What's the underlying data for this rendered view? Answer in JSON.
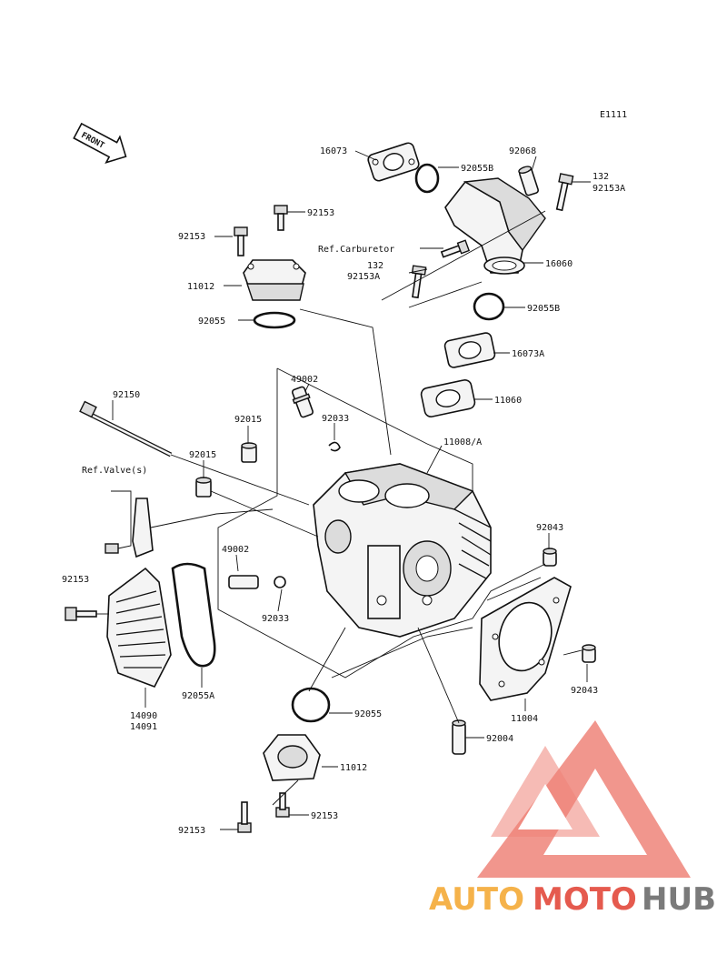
{
  "diagram": {
    "code": "E1111",
    "front_label": "FRONT",
    "labels": [
      {
        "id": "16073-top",
        "text": "16073"
      },
      {
        "id": "92055B-top",
        "text": "92055B"
      },
      {
        "id": "92068",
        "text": "92068"
      },
      {
        "id": "132-top",
        "text": "132"
      },
      {
        "id": "92153A-top",
        "text": "92153A"
      },
      {
        "id": "92153-a",
        "text": "92153"
      },
      {
        "id": "92153-b",
        "text": "92153"
      },
      {
        "id": "ref-carburetor",
        "text": "Ref.Carburetor"
      },
      {
        "id": "132-mid",
        "text": "132"
      },
      {
        "id": "92153A-mid",
        "text": "92153A"
      },
      {
        "id": "16060",
        "text": "16060"
      },
      {
        "id": "11012-top",
        "text": "11012"
      },
      {
        "id": "92055-top",
        "text": "92055"
      },
      {
        "id": "92055B-mid",
        "text": "92055B"
      },
      {
        "id": "16073A",
        "text": "16073A"
      },
      {
        "id": "49002-top",
        "text": "49002"
      },
      {
        "id": "11060",
        "text": "11060"
      },
      {
        "id": "92150",
        "text": "92150"
      },
      {
        "id": "92015-a",
        "text": "92015"
      },
      {
        "id": "92033-top",
        "text": "92033"
      },
      {
        "id": "11008A",
        "text": "11008/A"
      },
      {
        "id": "92015-b",
        "text": "92015"
      },
      {
        "id": "ref-valve",
        "text": "Ref.Valve(s)"
      },
      {
        "id": "92043-top",
        "text": "92043"
      },
      {
        "id": "49002-mid",
        "text": "49002"
      },
      {
        "id": "92153-c",
        "text": "92153"
      },
      {
        "id": "92033-mid",
        "text": "92033"
      },
      {
        "id": "92055A",
        "text": "92055A"
      },
      {
        "id": "92043-bot",
        "text": "92043"
      },
      {
        "id": "14090",
        "text": "14090"
      },
      {
        "id": "14091",
        "text": "14091"
      },
      {
        "id": "92055-bot",
        "text": "92055"
      },
      {
        "id": "11004",
        "text": "11004"
      },
      {
        "id": "92004",
        "text": "92004"
      },
      {
        "id": "11012-bot",
        "text": "11012"
      },
      {
        "id": "92153-d",
        "text": "92153"
      },
      {
        "id": "92153-e",
        "text": "92153"
      }
    ]
  },
  "watermark": {
    "part1": "AUTO",
    "part2": "MOTO",
    "part3": "HUB",
    "color1": "#f5b24a",
    "color2": "#e55a4e",
    "color3": "#7a7a7a"
  }
}
